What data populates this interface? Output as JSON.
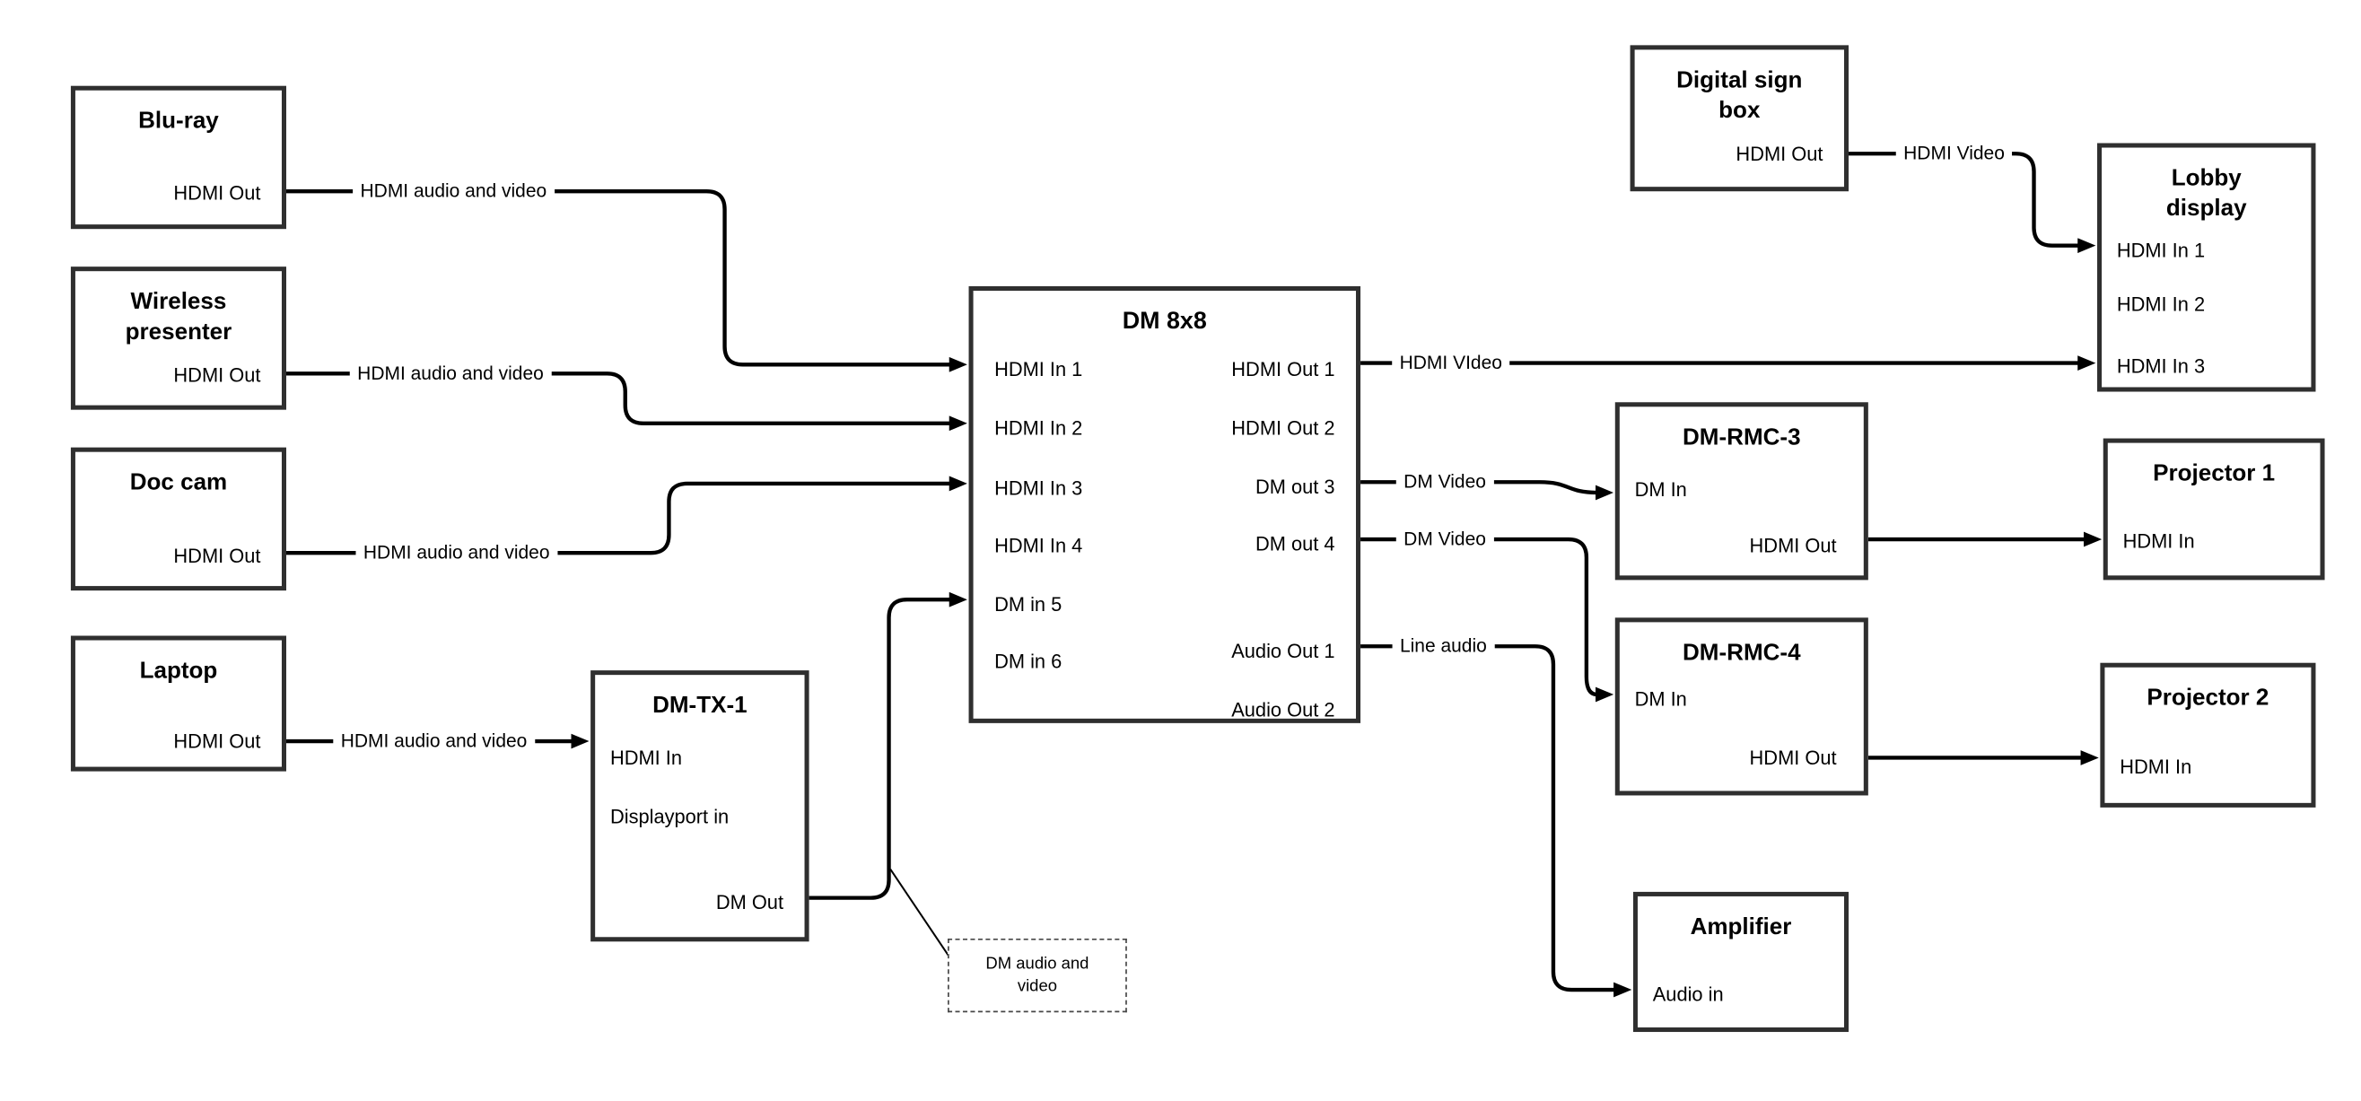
{
  "canvas": {
    "background": "#ffffff",
    "wire_color": "#000000",
    "box_border_color": "#2f2f2f"
  },
  "nodes": {
    "bluray": {
      "title": "Blu-ray",
      "out_port": "HDMI Out"
    },
    "wireless": {
      "title": "Wireless presenter",
      "out_port": "HDMI Out"
    },
    "doccam": {
      "title": "Doc cam",
      "out_port": "HDMI Out"
    },
    "laptop": {
      "title": "Laptop",
      "out_port": "HDMI Out"
    },
    "dmtx1": {
      "title": "DM-TX-1",
      "in1": "HDMI In",
      "in2": "Displayport in",
      "out": "DM Out"
    },
    "dm8x8": {
      "title": "DM 8x8",
      "inputs": [
        "HDMI In 1",
        "HDMI In 2",
        "HDMI In 3",
        "HDMI In 4",
        "DM in 5",
        "DM in 6"
      ],
      "outputs": [
        "HDMI Out 1",
        "HDMI Out 2",
        "DM out 3",
        "DM out 4",
        "Audio Out 1",
        "Audio Out 2"
      ]
    },
    "digitalsign": {
      "title": "Digital sign box",
      "out_port": "HDMI Out"
    },
    "lobby": {
      "title": "Lobby display",
      "inputs": [
        "HDMI In 1",
        "HDMI In 2",
        "HDMI In 3"
      ]
    },
    "dmrmc3": {
      "title": "DM-RMC-3",
      "in_port": "DM In",
      "out_port": "HDMI Out"
    },
    "proj1": {
      "title": "Projector 1",
      "in_port": "HDMI In"
    },
    "dmrmc4": {
      "title": "DM-RMC-4",
      "in_port": "DM In",
      "out_port": "HDMI Out"
    },
    "proj2": {
      "title": "Projector 2",
      "in_port": "HDMI In"
    },
    "amplifier": {
      "title": "Amplifier",
      "in_port": "Audio in"
    }
  },
  "wire_labels": {
    "bluray_dm": "HDMI audio and video",
    "wireless_dm": "HDMI audio and video",
    "doccam_dm": "HDMI audio and video",
    "laptop_tx": "HDMI audio and video",
    "out1_lobby": "HDMI VIdeo",
    "sign_lobby": "HDMI Video",
    "out3_rmc3": "DM Video",
    "out4_rmc4": "DM Video",
    "audio1_amp": "Line audio"
  },
  "callout": {
    "text": "DM audio and video"
  }
}
